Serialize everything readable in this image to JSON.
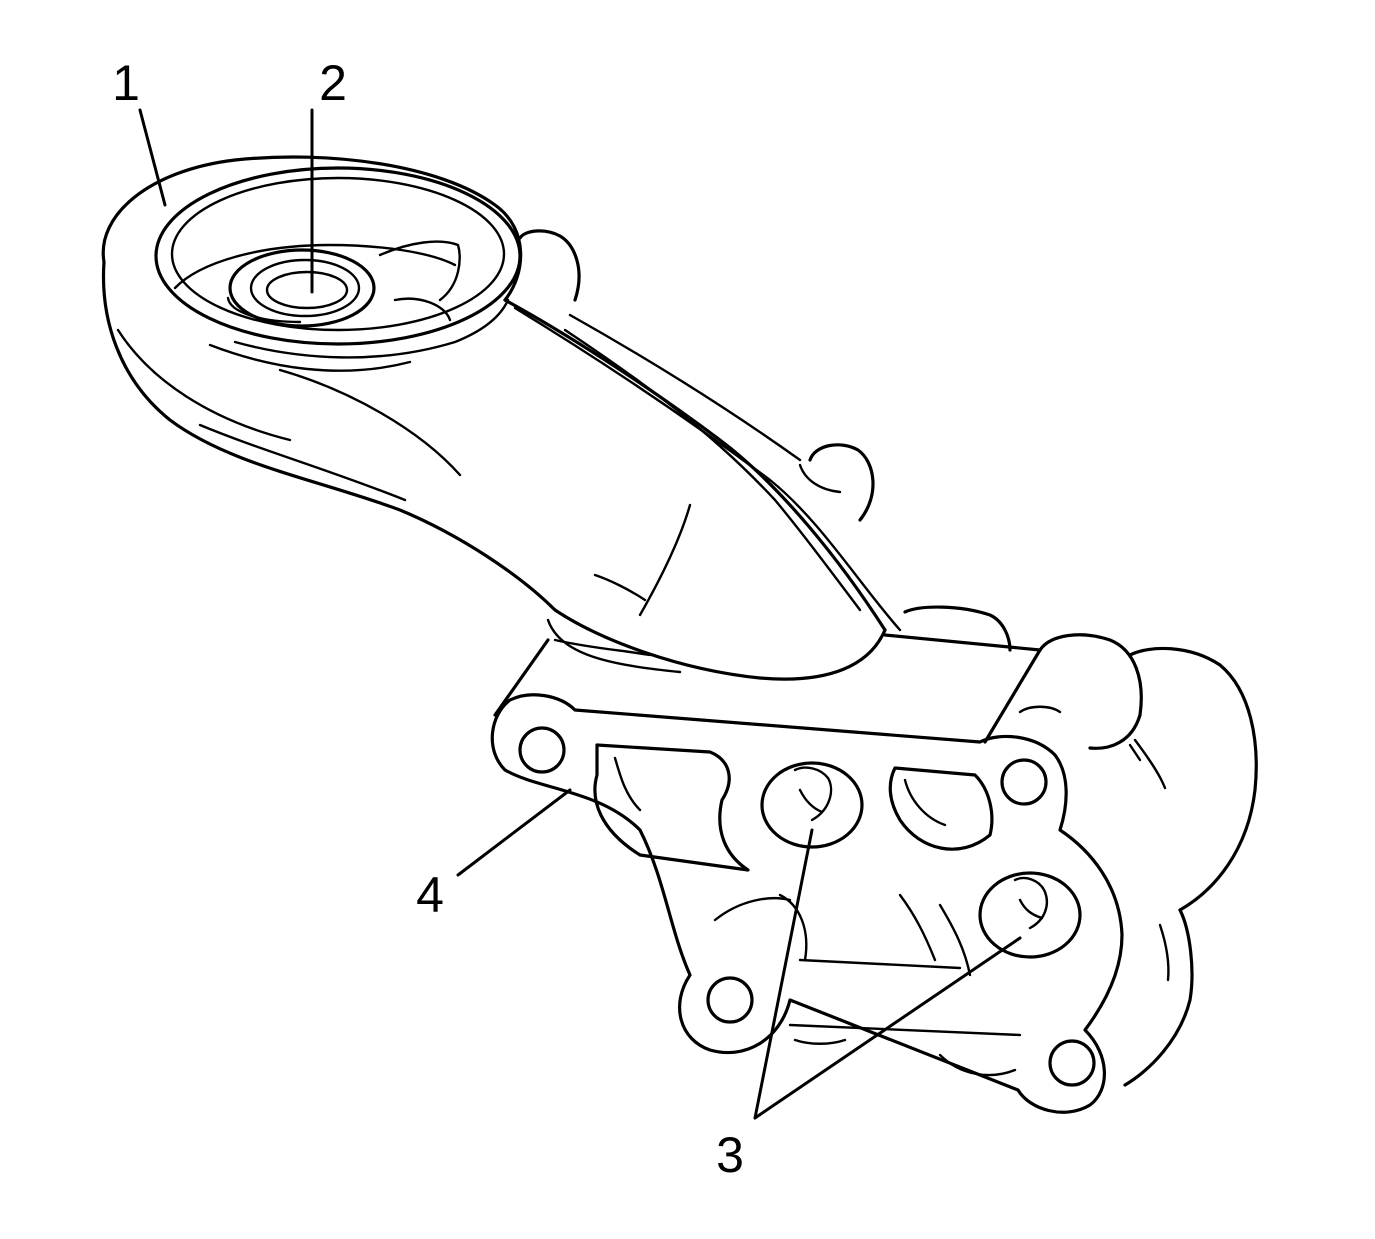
{
  "callouts": [
    {
      "id": "1",
      "label": "1"
    },
    {
      "id": "2",
      "label": "2"
    },
    {
      "id": "3",
      "label": "3"
    },
    {
      "id": "4",
      "label": "4"
    }
  ],
  "colors": {
    "ink": "#000000",
    "background": "#ffffff"
  }
}
